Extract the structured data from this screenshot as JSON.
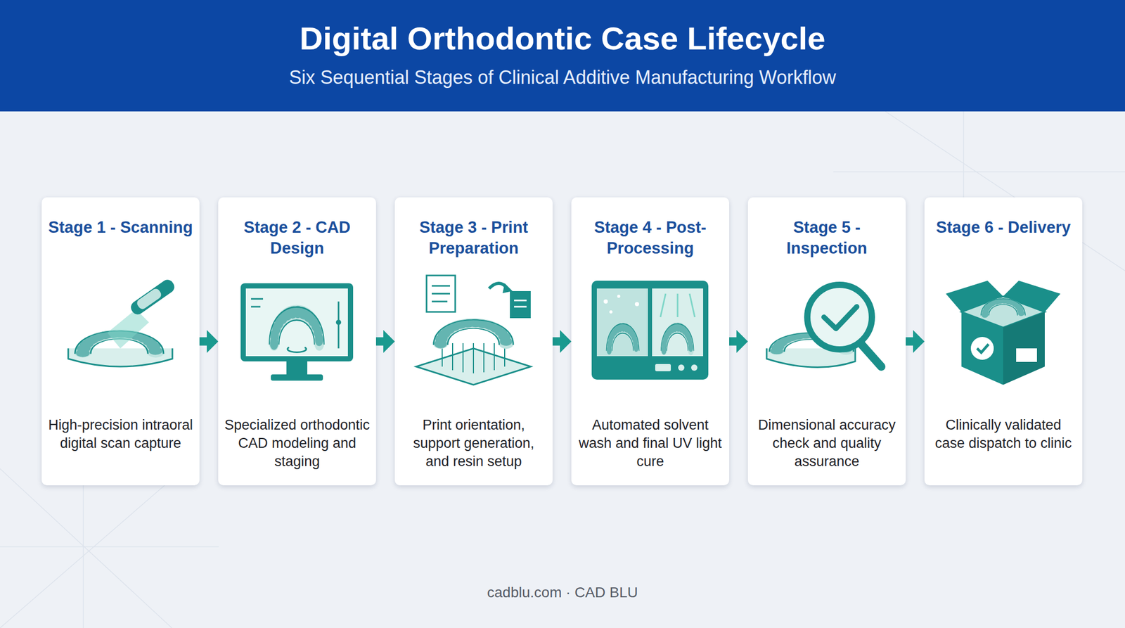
{
  "diagram": {
    "title": "Digital Orthodontic Case Lifecycle",
    "caption": "Six Sequential Stages of Clinical Additive Manufacturing Workflow",
    "nodes": [
      {
        "text": [
          "Stage 1 - Scanning",
          "High-precision intraoral digital scan capture"
        ]
      },
      {
        "text": [
          "Stage 2 - CAD Design",
          "Specialized orthodontic CAD modeling and staging"
        ]
      },
      {
        "text": [
          "Stage 3 - Print Preparation",
          "Print orientation, support generation, and resin setup"
        ]
      },
      {
        "text": [
          "Stage 4 - Post-Processing",
          "Automated solvent wash and final UV light cure"
        ]
      },
      {
        "text": [
          "Stage 5 - Inspection",
          "Dimensional accuracy check and quality assurance"
        ]
      },
      {
        "text": [
          "Stage 6 - Delivery",
          "Clinically validated case dispatch to clinic"
        ]
      }
    ],
    "edges": [
      {
        "from": 0,
        "to": 1,
        "arrow": "to"
      },
      {
        "from": 1,
        "to": 2,
        "arrow": "to"
      },
      {
        "from": 2,
        "to": 3,
        "arrow": "to"
      },
      {
        "from": 3,
        "to": 4,
        "arrow": "to"
      },
      {
        "from": 4,
        "to": 5,
        "arrow": "to"
      }
    ],
    "labels": [
      "cadblu.com · CAD BLU"
    ]
  }
}
